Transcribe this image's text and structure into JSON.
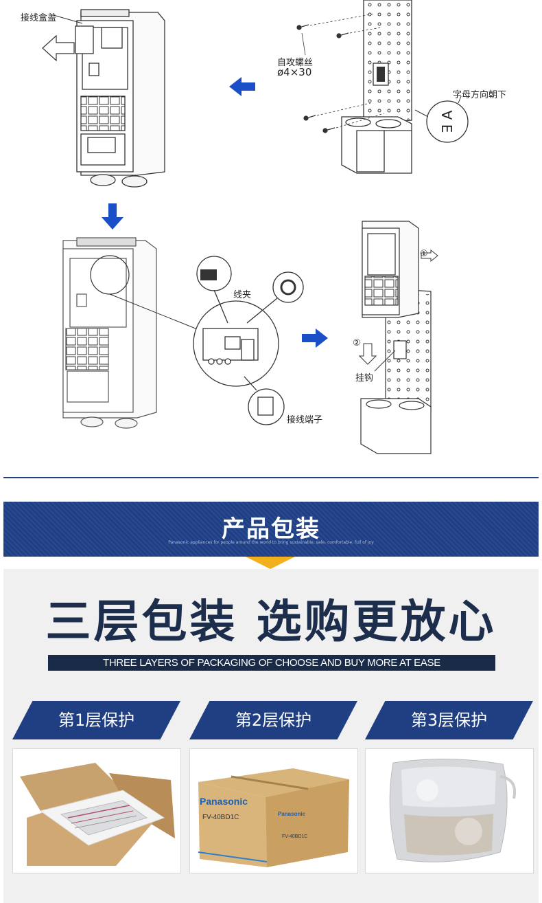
{
  "diagram": {
    "labels": {
      "junction_cover": "接线盒盖",
      "screw": "自攻螺丝",
      "screw_size": "ø4×30",
      "letter_direction": "字母方向朝下",
      "cable_clamp": "线夹",
      "hook": "挂钩",
      "terminal": "接线端子",
      "step1": "①",
      "step2": "②"
    },
    "arrow_color": "#1a4fc8"
  },
  "banner": {
    "title": "产品包装",
    "subtitle": "Panasonic appliances for people around the world to bring sustainable, safe, comfortable, full of joy"
  },
  "packaging": {
    "headline": "三层包装 选购更放心",
    "subline": "THREE LAYERS OF PACKAGING OF CHOOSE AND BUY MORE AT EASE",
    "layers": [
      {
        "label": "第1层保护"
      },
      {
        "label": "第2层保护"
      },
      {
        "label": "第3层保护"
      }
    ],
    "box": {
      "brand": "Panasonic",
      "model": "FV-40BD1C",
      "brand_side": "Panasonic",
      "model_side": "FV-40BD1C"
    }
  },
  "colors": {
    "navy": "#1e3f86",
    "dark": "#1c2e4c",
    "accent": "#f2b01e"
  }
}
